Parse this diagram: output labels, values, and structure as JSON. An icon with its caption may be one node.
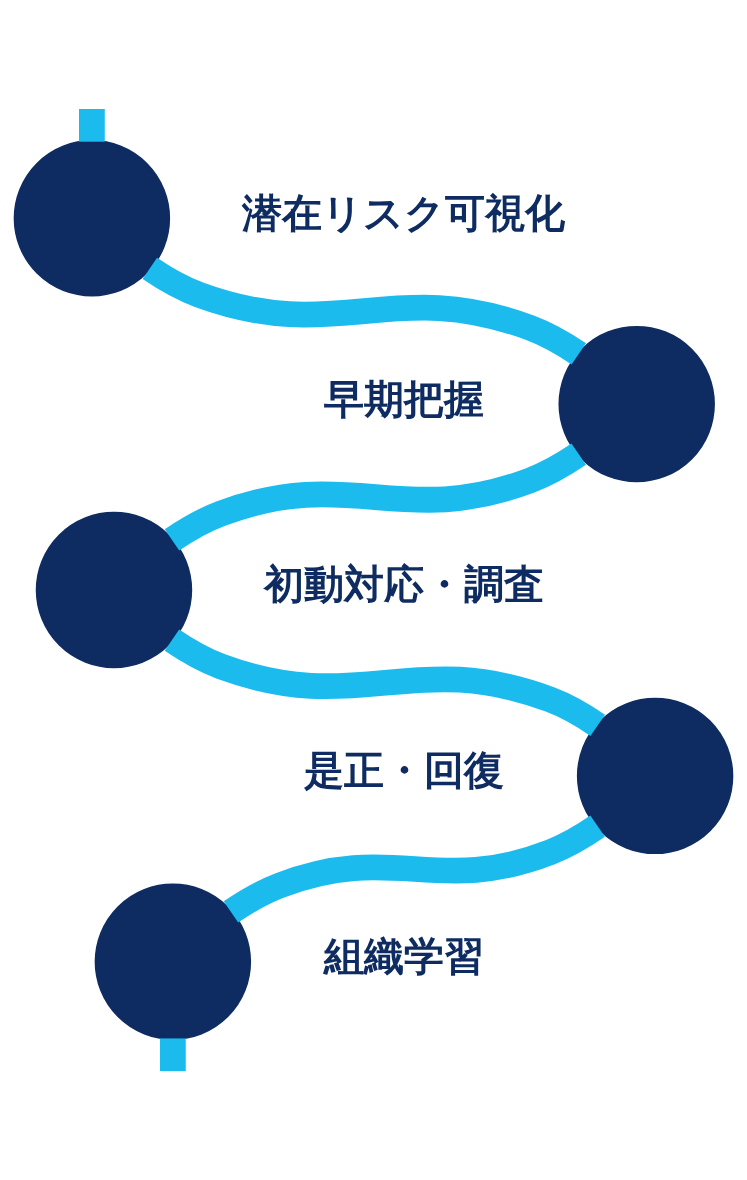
{
  "diagram": {
    "nodes": [
      {
        "text": [],
        "shape": "circle",
        "beside": [
          "潜在リスク可視化"
        ]
      },
      {
        "text": [],
        "shape": "circle",
        "beside": [
          "早期把握"
        ]
      },
      {
        "text": [],
        "shape": "circle",
        "beside": [
          "初動対応・調査"
        ]
      },
      {
        "text": [],
        "shape": "circle",
        "beside": [
          "是正・回復"
        ]
      },
      {
        "text": [],
        "shape": "circle",
        "beside": [
          "組織学習"
        ]
      }
    ],
    "edges": [
      {
        "from": null,
        "to": 0,
        "arrow": "none"
      },
      {
        "from": 0,
        "to": 1,
        "arrow": "none"
      },
      {
        "from": 1,
        "to": 2,
        "arrow": "none"
      },
      {
        "from": 2,
        "to": 3,
        "arrow": "none"
      },
      {
        "from": 3,
        "to": 4,
        "arrow": "none"
      },
      {
        "from": 4,
        "to": null,
        "arrow": "none"
      }
    ]
  }
}
